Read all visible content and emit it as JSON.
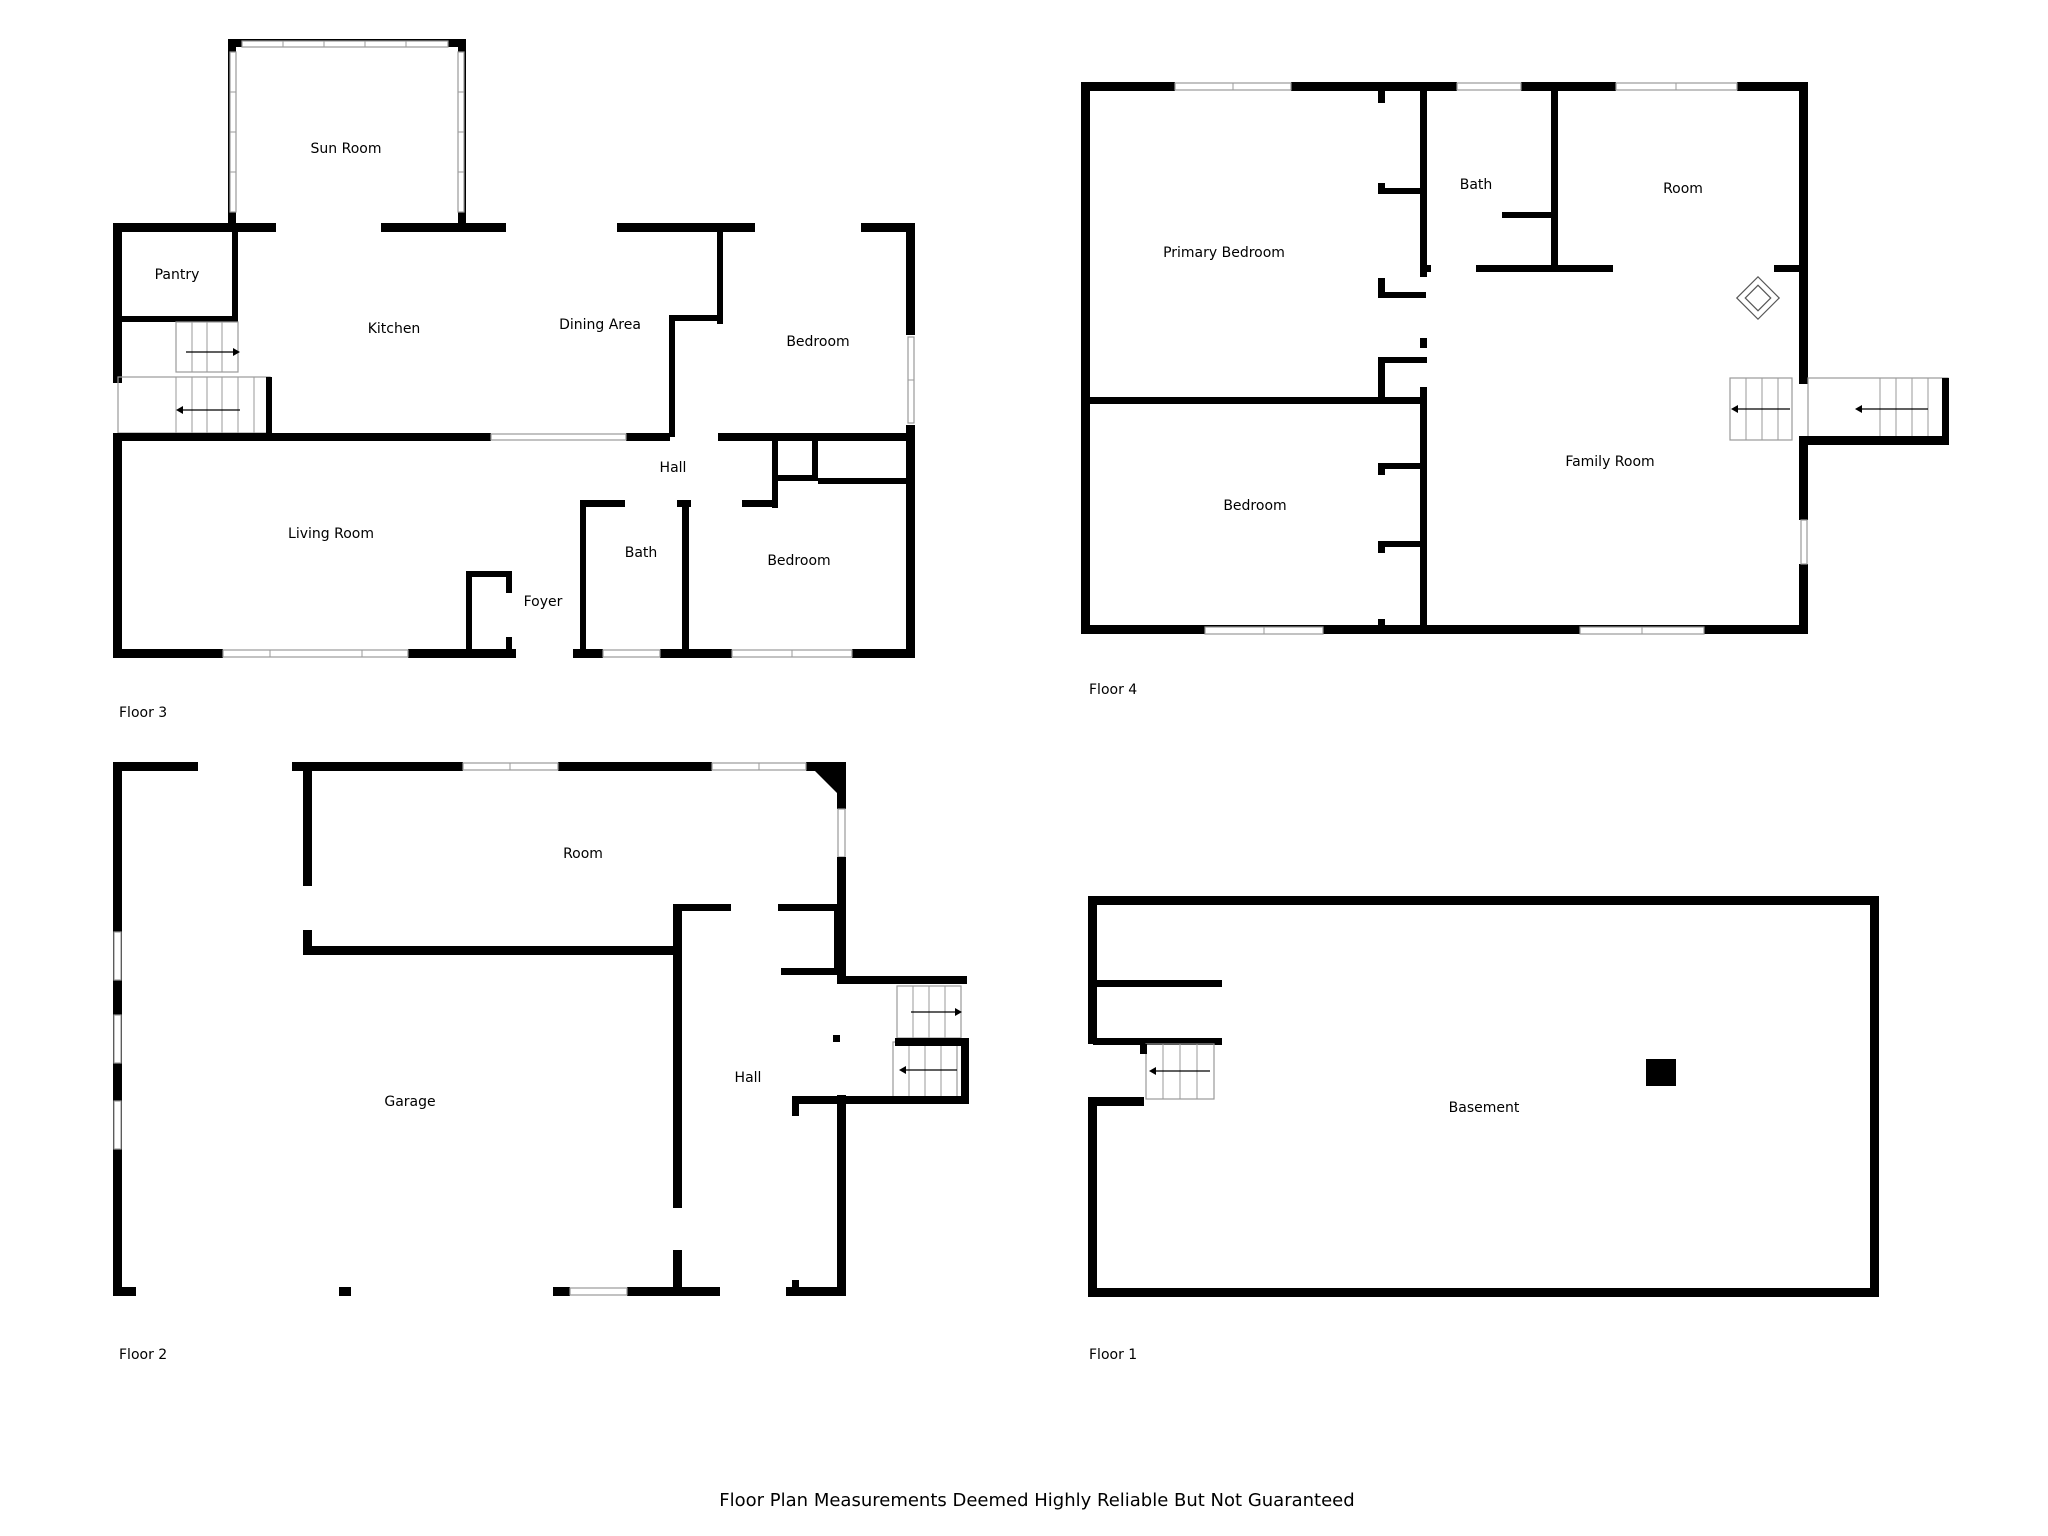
{
  "floors": [
    {
      "label": "Floor 3",
      "rooms": [
        "Sun Room",
        "Pantry",
        "Kitchen",
        "Dining Area",
        "Bedroom",
        "Hall",
        "Living Room",
        "Bath",
        "Bedroom",
        "Foyer"
      ]
    },
    {
      "label": "Floor 4",
      "rooms": [
        "Primary Bedroom",
        "Bath",
        "Room",
        "Bedroom",
        "Family Room"
      ]
    },
    {
      "label": "Floor 2",
      "rooms": [
        "Room",
        "Garage",
        "Hall"
      ]
    },
    {
      "label": "Floor 1",
      "rooms": [
        "Basement"
      ]
    }
  ],
  "disclaimer": "Floor Plan Measurements Deemed Highly Reliable But Not Guaranteed",
  "colors": {
    "wall": "#000000",
    "window": "#9a9a9a",
    "background": "#ffffff"
  }
}
